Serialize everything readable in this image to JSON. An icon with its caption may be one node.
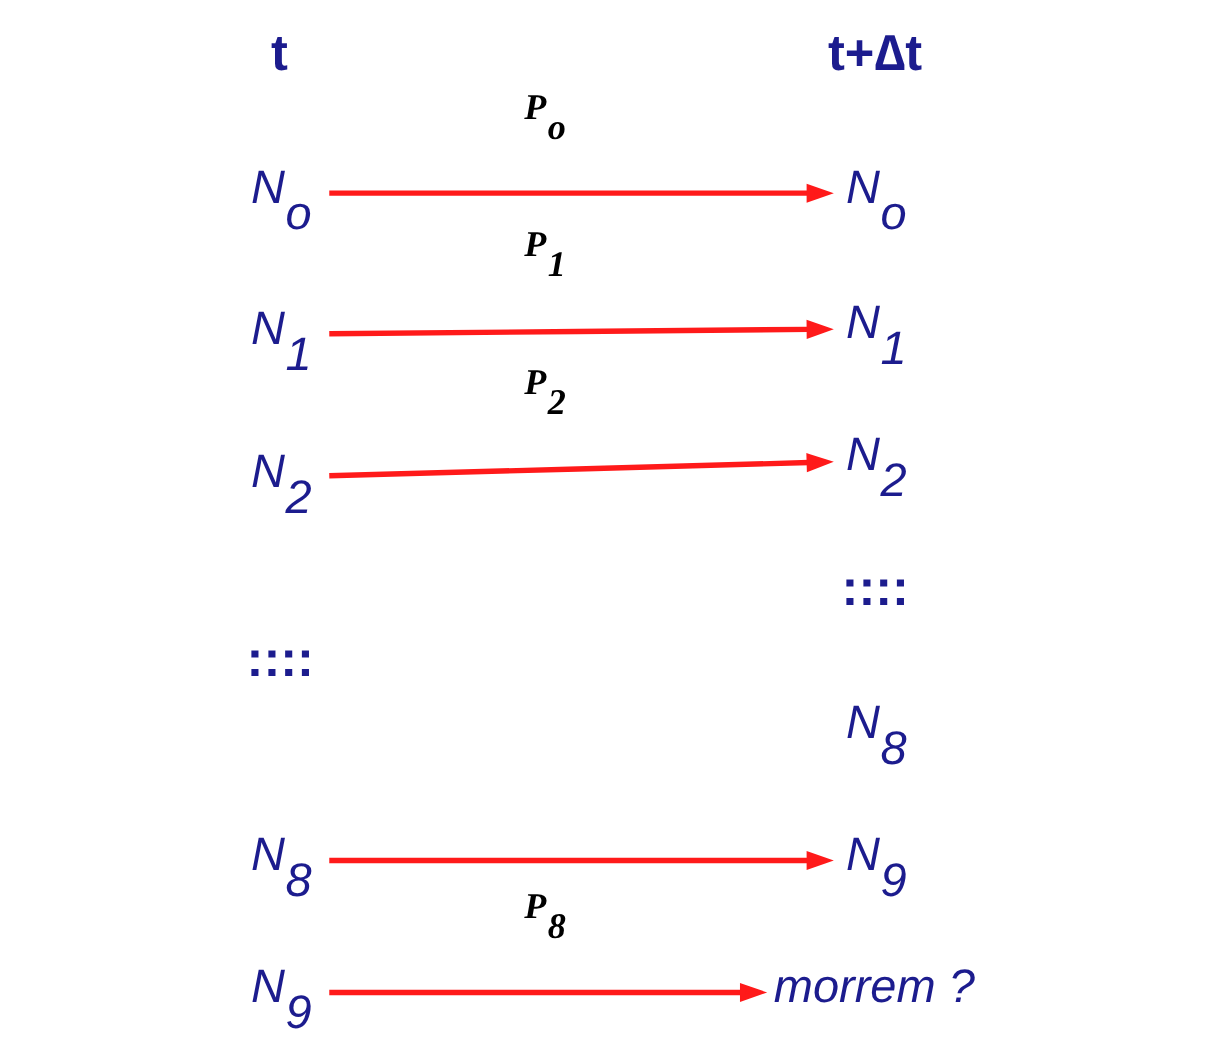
{
  "diagram": {
    "nodes": [
      {
        "text": [
          "N$_{o}$"
        ]
      },
      {
        "text": [
          "N$_{1}$"
        ]
      },
      {
        "text": [
          "N$_{2}$"
        ]
      },
      {
        "text": [
          "N$_{8}$"
        ]
      },
      {
        "text": [
          "N$_{9}$"
        ]
      },
      {
        "text": [
          "N$_{o}$"
        ]
      },
      {
        "text": [
          "N$_{1}$"
        ]
      },
      {
        "text": [
          "N$_{2}$"
        ]
      },
      {
        "text": [
          "N$_{8}$"
        ]
      },
      {
        "text": [
          "N$_{9}$"
        ]
      },
      {
        "text": [
          "morrem ?"
        ]
      }
    ],
    "edges": [
      {
        "from": 0,
        "to": 5,
        "arrow": "to",
        "label": "P$_{o}$"
      },
      {
        "from": 1,
        "to": 6,
        "arrow": "to",
        "label": "P$_{1}$"
      },
      {
        "from": 2,
        "to": 7,
        "arrow": "to",
        "label": "P$_{2}$"
      },
      {
        "from": 3,
        "to": 9,
        "arrow": "to"
      },
      {
        "from": 4,
        "to": 10,
        "arrow": "to",
        "label": "P$_{8}$"
      }
    ],
    "labels": [
      "t",
      "t+∆t",
      "::::",
      "::::"
    ]
  }
}
